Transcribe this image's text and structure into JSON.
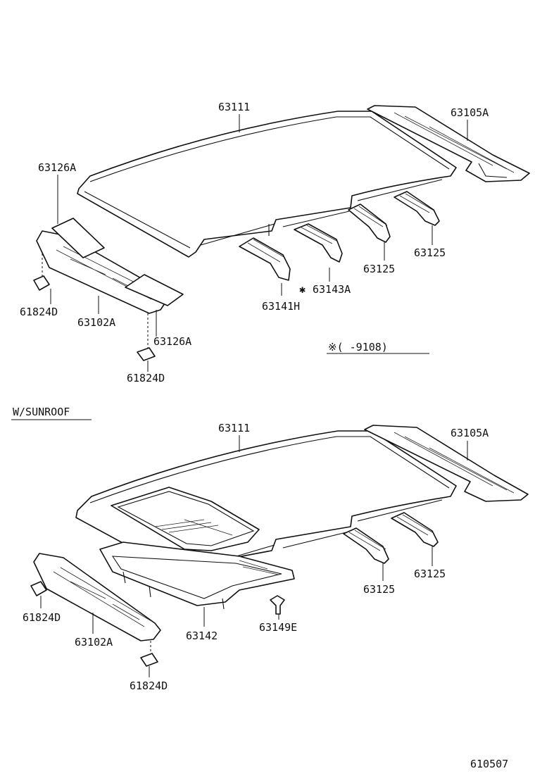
{
  "top": {
    "labels": {
      "roof_panel": "63111",
      "rear_header": "63105A",
      "front_sheet_left": "63126A",
      "front_sheet_right": "63126A",
      "front_header": "63102A",
      "cap_left": "61824D",
      "cap_bottom": "61824D",
      "reinforcement_a": "63141H",
      "reinforcement_b": "63143A",
      "bow_mid": "63125",
      "bow_rear": "63125"
    },
    "footnote": "※(    -9108)"
  },
  "sunroof": {
    "section_title": "W/SUNROOF",
    "labels": {
      "roof_panel": "63111",
      "rear_header": "63105A",
      "front_header": "63102A",
      "cap_left": "61824D",
      "cap_bottom": "61824D",
      "housing": "63142",
      "clip": "63149E",
      "bow_mid": "63125",
      "bow_rear": "63125"
    }
  },
  "figure_code": "610507"
}
